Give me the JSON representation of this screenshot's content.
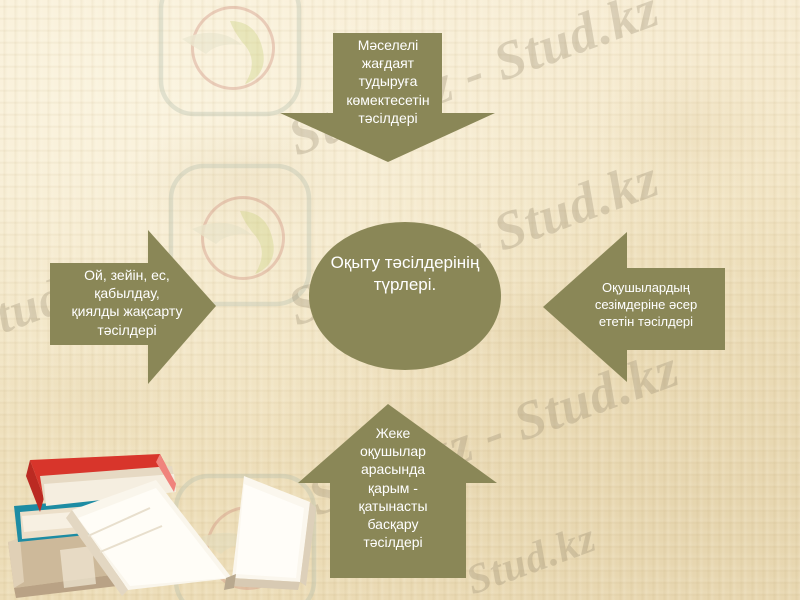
{
  "slide": {
    "background_color": "#f2e6c8",
    "shape_color": "#8a8757",
    "text_color": "#ffffff",
    "watermark_text": "Stud.kz",
    "watermark_text_alt": "Stud.kz - Stud.kz"
  },
  "diagram": {
    "center": {
      "name": "Оқыту тәсілдерінің түрлері.",
      "shape": "ellipse"
    },
    "arrows": [
      {
        "position": "top",
        "direction": "down",
        "label": "Мәселелі\nжағдаят\nтудыруға\nкөмектесетін\nтәсілдері"
      },
      {
        "position": "left",
        "direction": "right",
        "label": "Ой, зейін, ес,\nқабылдау,\nқиялды жақсарту\nтәсілдері"
      },
      {
        "position": "right",
        "direction": "left",
        "label": "Оқушылардың\nсезімдеріне әсер\nететін тәсілдері"
      },
      {
        "position": "bottom",
        "direction": "up",
        "label": "Жеке\nоқушылар\nарасында\nқарым -\nқатынасты\nбасқару\nтәсілдері"
      }
    ]
  },
  "decoration": {
    "books_illustration": "stack-of-books-with-open-book",
    "book_colors": [
      "#d8352b",
      "#1d8ca3",
      "#d9c6a6",
      "#f6efe2"
    ]
  }
}
